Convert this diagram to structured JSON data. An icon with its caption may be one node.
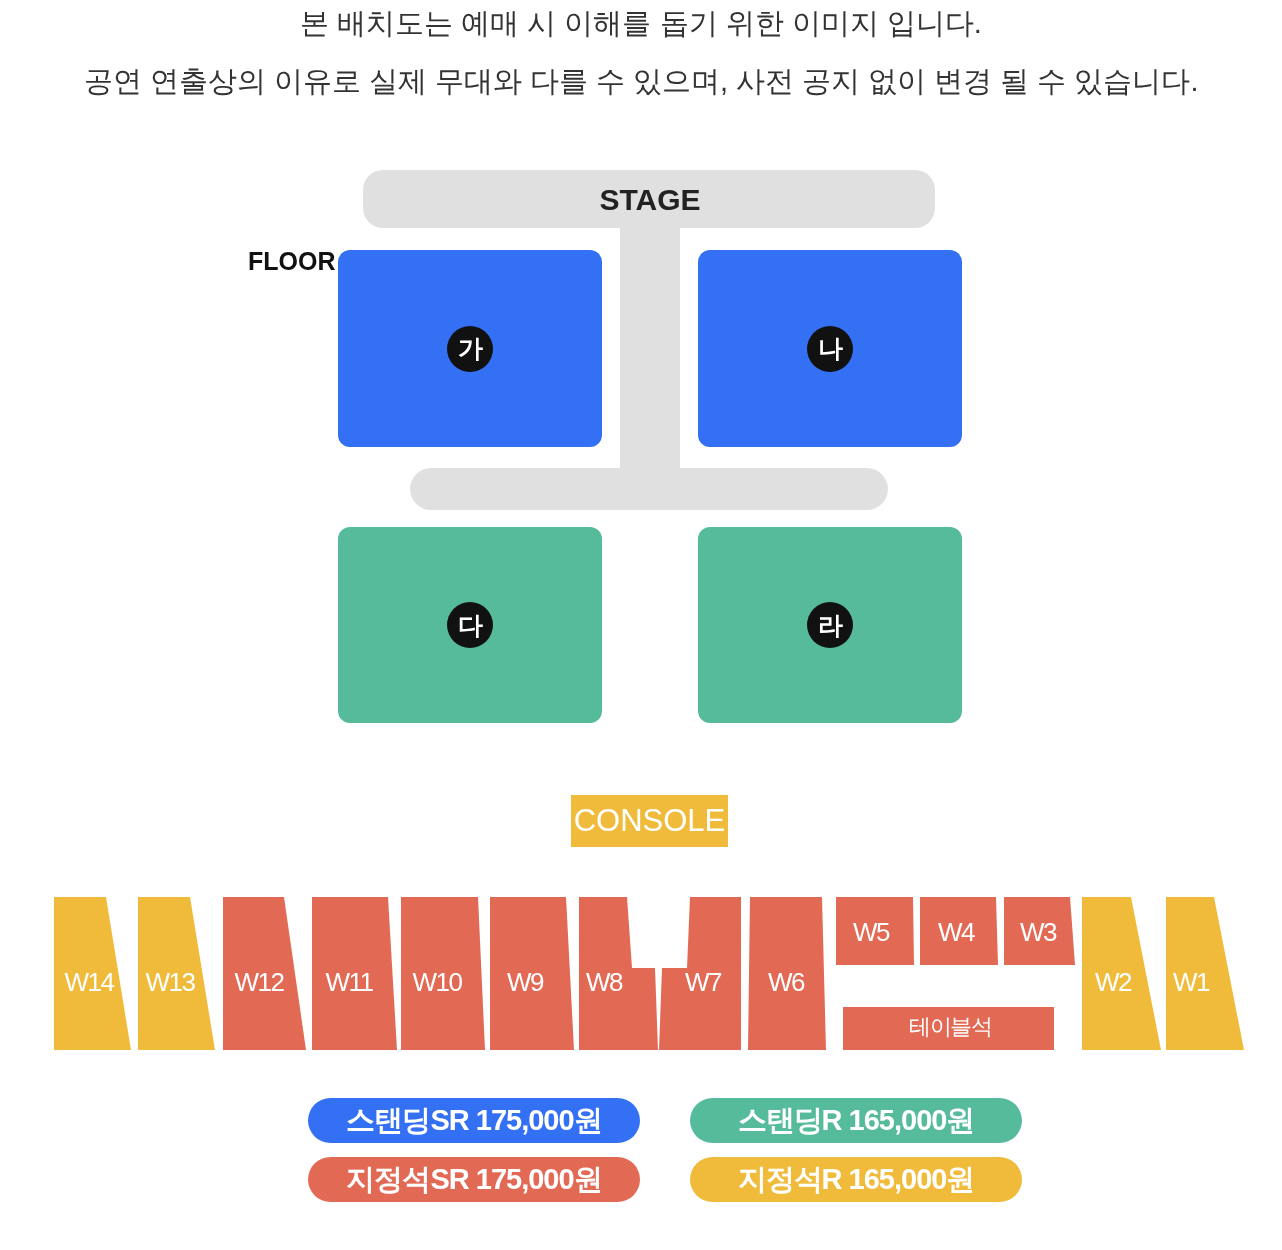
{
  "diagram": {
    "nodes": [
      {
        "text": [
          "STAGE"
        ]
      },
      {
        "text": [
          "가"
        ]
      },
      {
        "text": [
          "나"
        ]
      },
      {
        "text": [
          "다"
        ]
      },
      {
        "text": [
          "라"
        ]
      },
      {
        "text": [
          "CONSOLE"
        ]
      },
      {
        "text": [
          "W14"
        ]
      },
      {
        "text": [
          "W13"
        ]
      },
      {
        "text": [
          "W12"
        ]
      },
      {
        "text": [
          "W11"
        ]
      },
      {
        "text": [
          "W10"
        ]
      },
      {
        "text": [
          "W9"
        ]
      },
      {
        "text": [
          "W8"
        ]
      },
      {
        "text": [
          "W7"
        ]
      },
      {
        "text": [
          "W6"
        ]
      },
      {
        "text": [
          "W5"
        ]
      },
      {
        "text": [
          "W4"
        ]
      },
      {
        "text": [
          "W3"
        ]
      },
      {
        "text": [
          "테이블석"
        ]
      },
      {
        "text": [
          "W2"
        ]
      },
      {
        "text": [
          "W1"
        ]
      }
    ],
    "labels": [
      "본 배치도는 예매 시 이해를 돕기 위한 이미지 입니다.",
      "공연 연출상의 이유로 실제 무대와 다를 수 있으며, 사전 공지 없이 변경 될 수 있습니다.",
      "FLOOR"
    ],
    "legend": [
      {
        "text": "스탠딩SR 175,000원",
        "color": "#3370f4"
      },
      {
        "text": "스탠딩R 165,000원",
        "color": "#55bb9a"
      },
      {
        "text": "지정석SR 175,000원",
        "color": "#e26a55"
      },
      {
        "text": "지정석R 165,000원",
        "color": "#f0bb3a"
      }
    ]
  }
}
